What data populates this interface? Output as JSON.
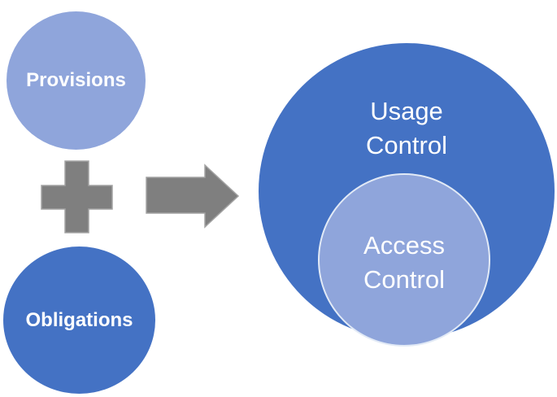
{
  "diagram": {
    "nodes": {
      "provisions": {
        "label": "Provisions"
      },
      "obligations": {
        "label": "Obligations"
      },
      "usage": {
        "line1": "Usage",
        "line2": "Control"
      },
      "access": {
        "line1": "Access",
        "line2": "Control"
      }
    },
    "icons": {
      "plus": "plus-icon",
      "arrow": "arrow-right-icon"
    },
    "colors": {
      "light_blue": "#8FA5DB",
      "dark_blue": "#4472C4",
      "operator_gray": "#7F7F7F",
      "inner_circle_border": "#E2EAF6",
      "text_white": "#FFFFFF",
      "background": "#FFFFFF"
    }
  }
}
